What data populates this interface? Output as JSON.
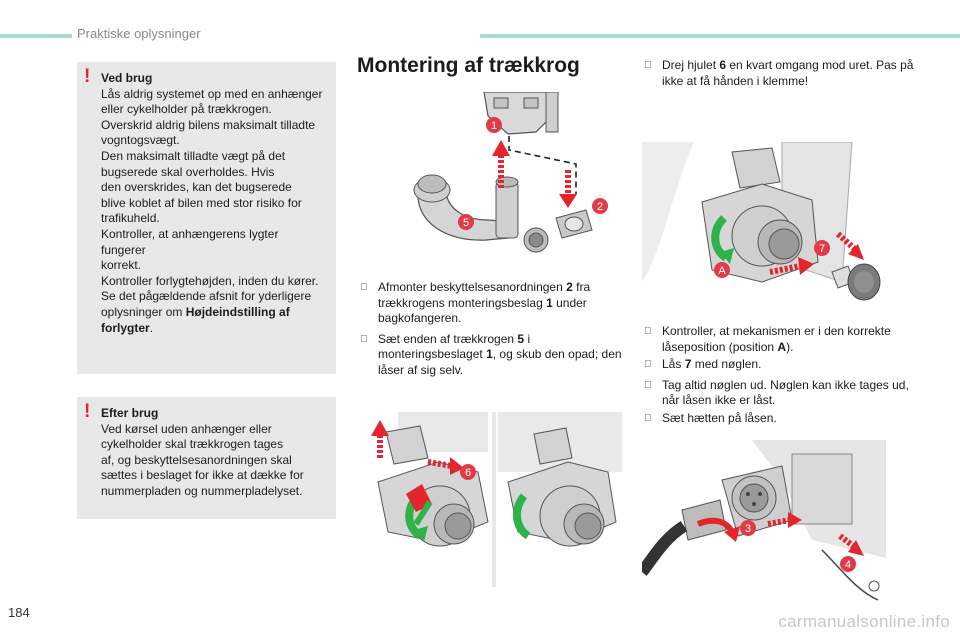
{
  "header": {
    "section": "Praktiske oplysninger",
    "accent_color": "#a6dcd4"
  },
  "warning1": {
    "title": "Ved brug",
    "lines": [
      "Lås aldrig systemet op med en anhænger",
      "eller cykelholder på trækkrogen.",
      "Overskrid aldrig bilens maksimalt tilladte",
      "vogntogsvægt.",
      "Den maksimalt tilladte vægt på det",
      "bugserede skal overholdes. Hvis",
      "den overskrides, kan det bugserede",
      "blive koblet af bilen med stor risiko for",
      "trafikuheld.",
      "Kontroller, at anhængerens lygter fungerer",
      "korrekt.",
      "Kontroller forlygtehøjden, inden du kører.",
      "Se det pågældende afsnit for yderligere",
      "oplysninger om"
    ],
    "link_text": "Højdeindstilling af",
    "link_text2": "forlygter",
    "end_punct": "."
  },
  "warning2": {
    "title": "Efter brug",
    "lines": [
      "Ved kørsel uden anhænger eller",
      "cykelholder skal trækkrogen tages",
      "af, og beskyttelsesanordningen skal",
      "sættes i beslaget for ikke at dække for",
      "nummerpladen og nummerpladelyset."
    ]
  },
  "main": {
    "heading": "Montering af trækkrog",
    "steps_mid": [
      {
        "pre": "Afmonter beskyttelsesanordningen ",
        "b1": "2",
        "mid": " fra trækkrogens monteringsbeslag ",
        "b2": "1",
        "post": " under bagkofangeren."
      },
      {
        "pre": "Sæt enden af trækkrogen ",
        "b1": "5",
        "mid": " i monteringsbeslaget ",
        "b2": "1",
        "post": ", og skub den opad; den låser af sig selv."
      }
    ],
    "step_right_top": {
      "pre": "Drej hjulet ",
      "b1": "6",
      "post": " en kvart omgang mod uret. Pas på ikke at få hånden i klemme!"
    },
    "steps_right": [
      {
        "pre": "Kontroller, at mekanismen er i den korrekte låseposition (position ",
        "b1": "A",
        "post": ")."
      },
      {
        "pre": "Lås ",
        "b1": "7",
        "post": " med nøglen."
      },
      {
        "pre": "Tag altid nøglen ud. Nøglen kan ikke tages ud, når låsen ikke er låst.",
        "b1": "",
        "post": ""
      },
      {
        "pre": "Sæt hætten på låsen.",
        "b1": "",
        "post": ""
      }
    ]
  },
  "callouts": {
    "c1": "1",
    "c2": "2",
    "c5": "5",
    "c6": "6",
    "c7": "7",
    "cA": "A",
    "c3": "3",
    "c4": "4"
  },
  "colors": {
    "callout_red": "#e33a4a",
    "arrow_red": "#e3252e",
    "green": "#2db34a",
    "gray_dark": "#555555"
  },
  "footer": {
    "page": "184",
    "watermark": "carmanualsonline.info"
  }
}
